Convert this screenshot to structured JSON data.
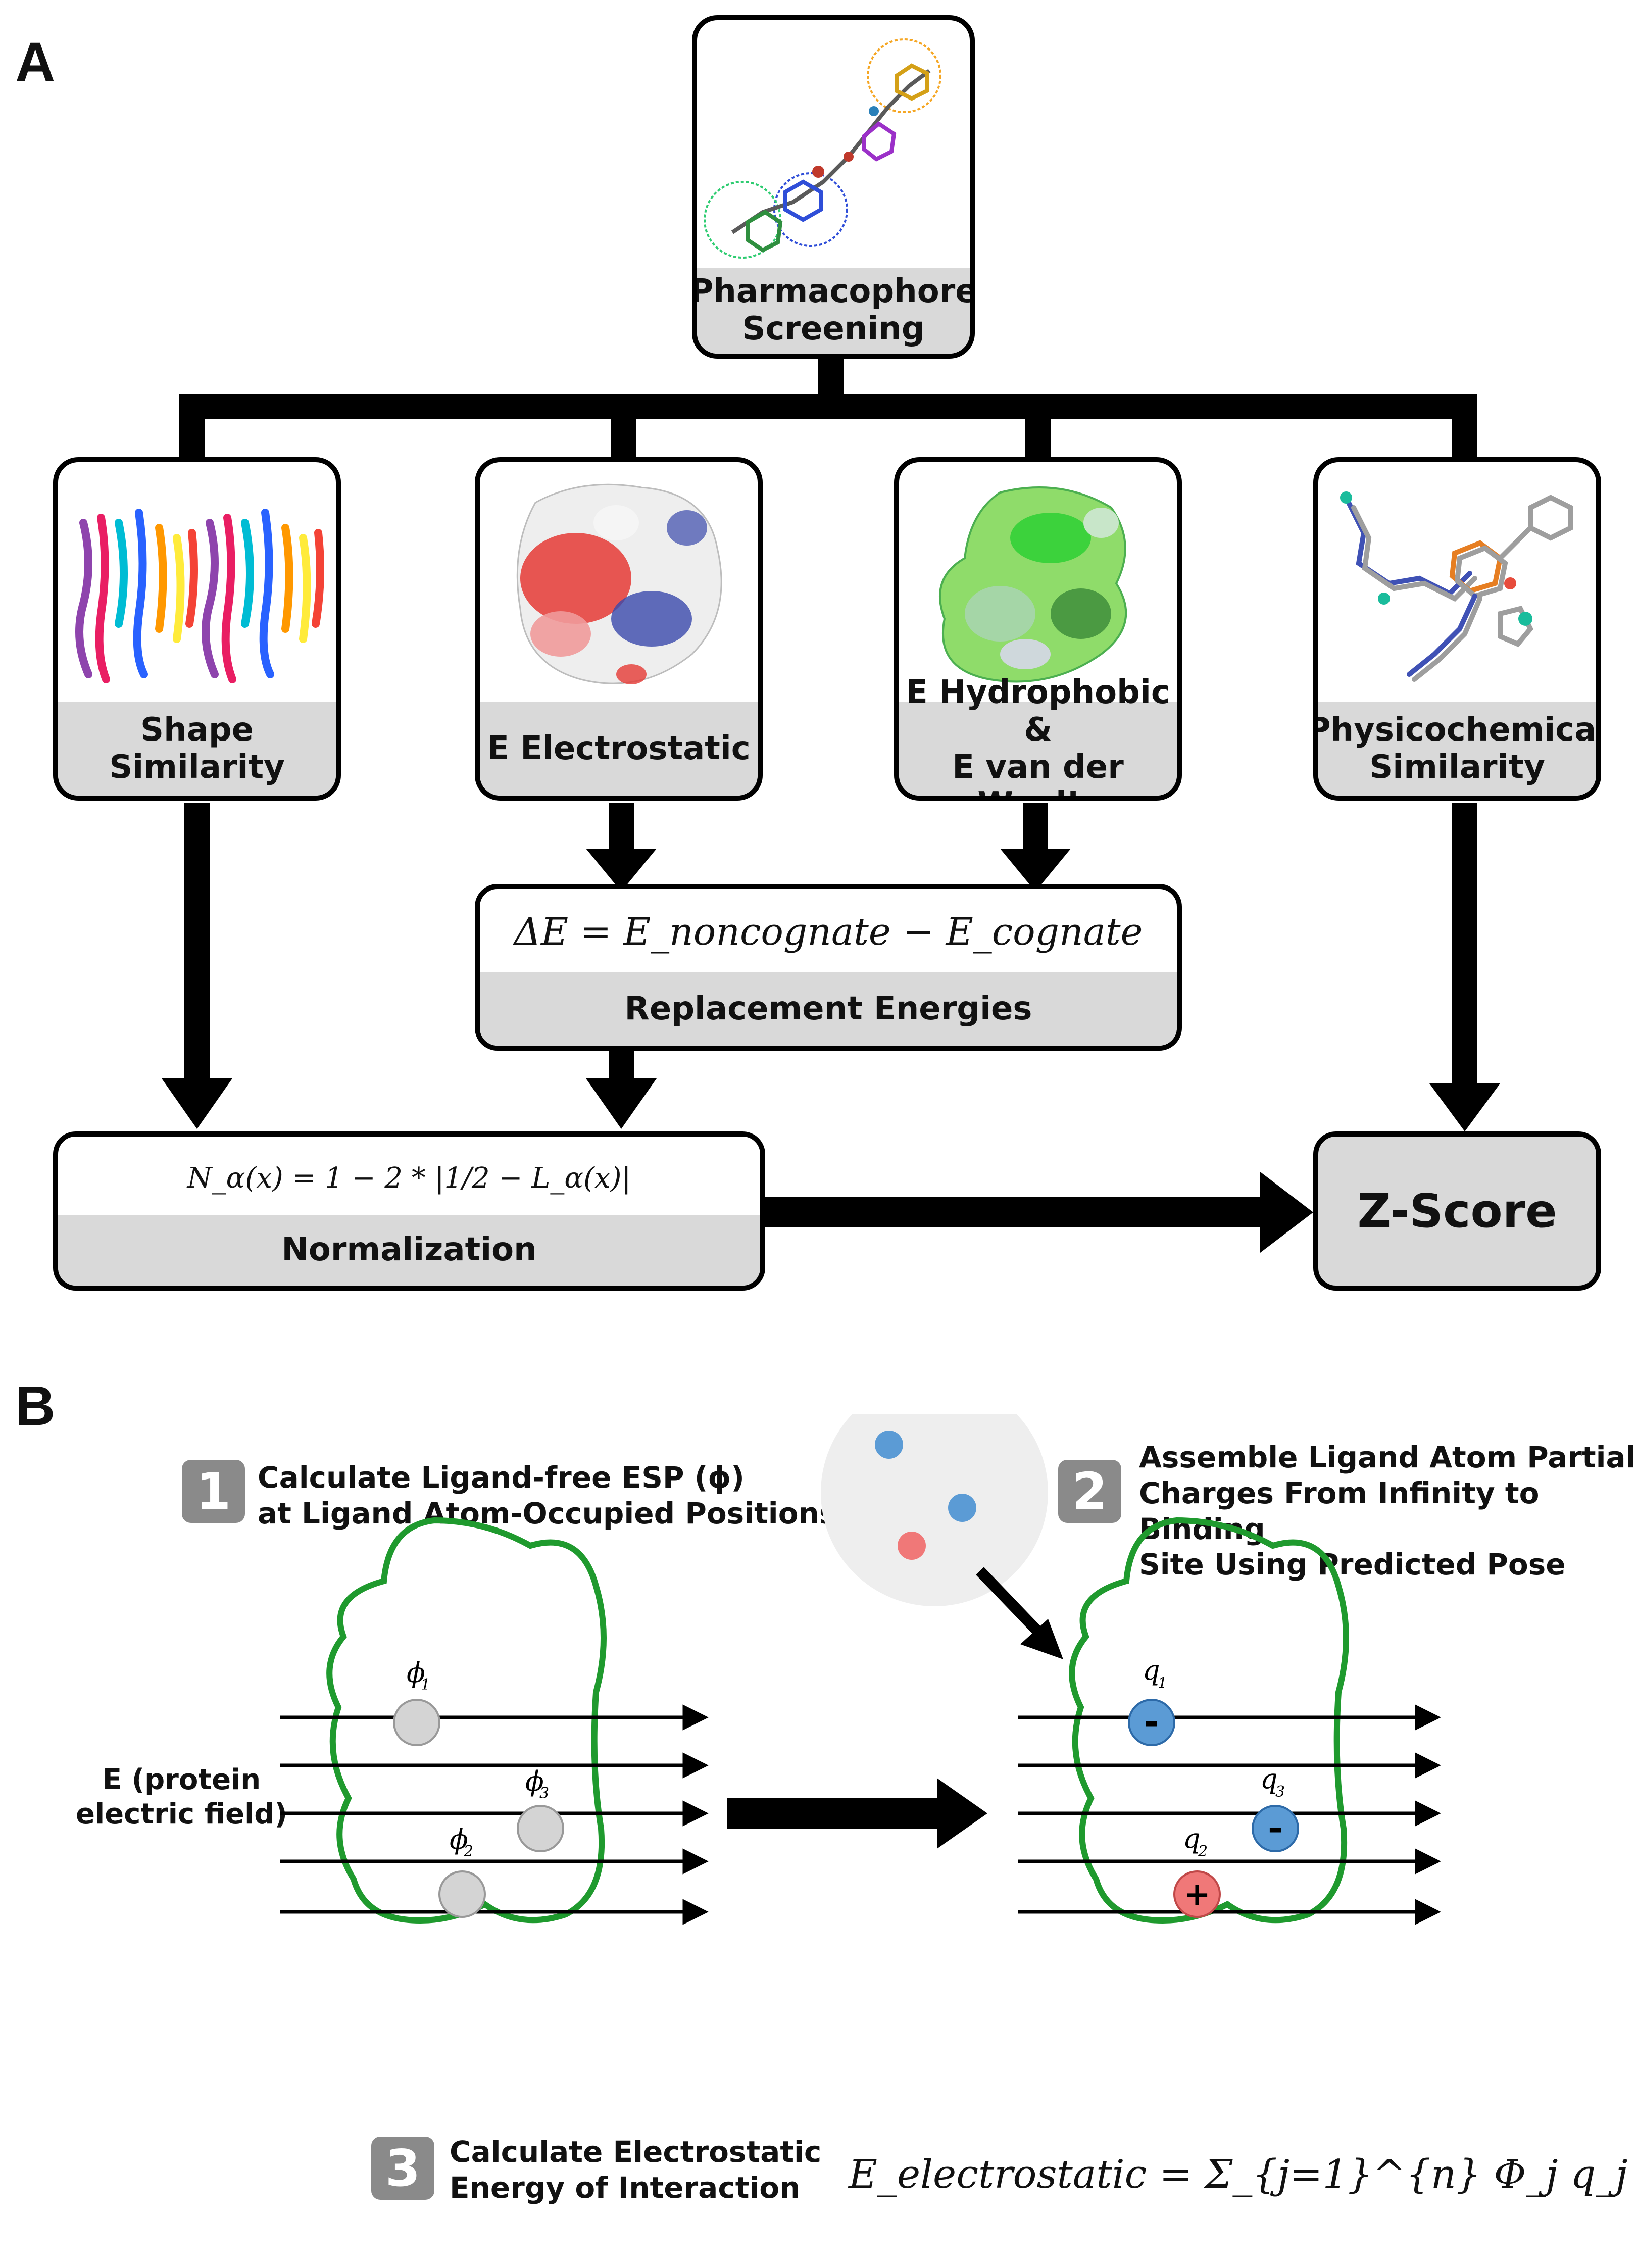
{
  "panel_a": {
    "letter": "A",
    "top_box": {
      "label_line1": "Pharmacophore",
      "label_line2": "Screening"
    },
    "boxes": [
      {
        "label_line1": "Shape",
        "label_line2": "Similarity"
      },
      {
        "label_line1": "E Electrostatic",
        "label_line2": ""
      },
      {
        "label_line1": "E Hydrophobic &",
        "label_line2": "E van der Waal’s"
      },
      {
        "label_line1": "Physicochemical",
        "label_line2": "Similarity"
      }
    ],
    "replacement": {
      "equation": "ΔE = E_noncognate − E_cognate",
      "label": "Replacement Energies"
    },
    "normalization": {
      "equation": "N_α(x) = 1 − 2 * |1/2 − L_α(x)|",
      "label": "Normalization"
    },
    "zscore": {
      "label": "Z-Score"
    }
  },
  "panel_b": {
    "letter": "B",
    "step1": {
      "num": "1",
      "text_line1": "Calculate Ligand-free ESP (ϕ)",
      "text_line2": "at Ligand Atom-Occupied Positions"
    },
    "step2": {
      "num": "2",
      "text_line1": "Assemble Ligand Atom Partial",
      "text_line2": "Charges From Infinity to Binding",
      "text_line3": "Site Using Predicted Pose"
    },
    "step3": {
      "num": "3",
      "text_line1": "Calculate Electrostatic",
      "text_line2": "Energy of Interaction"
    },
    "field_label_line1": "E (protein",
    "field_label_line2": "electric field)",
    "phi_labels": [
      "ϕ",
      "1",
      "ϕ",
      "2",
      "ϕ",
      "3"
    ],
    "q_labels": [
      "q",
      "1",
      "q",
      "2",
      "q",
      "3"
    ],
    "charges": [
      "-",
      "+",
      "-"
    ],
    "energy_equation": "E_electrostatic = Σ_{j=1}^{n} Φ_j q_j",
    "colors": {
      "blue": "#5b9bd5",
      "red": "#f07878",
      "green": "#1f9a2e",
      "grey": "#d4d4d4"
    }
  }
}
